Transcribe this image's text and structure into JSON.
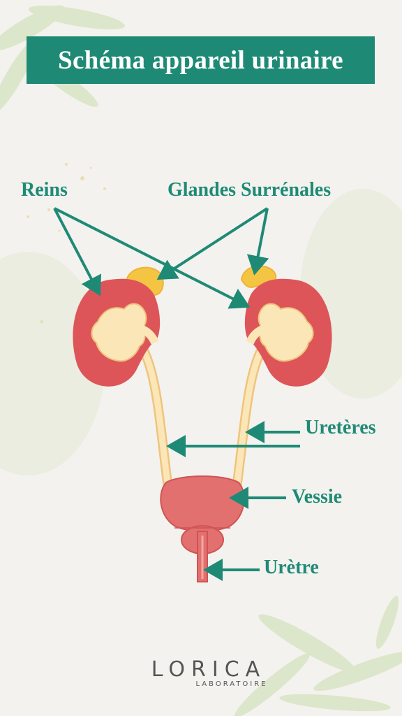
{
  "title": "Schéma appareil urinaire",
  "labels": {
    "reins": "Reins",
    "glandes": "Glandes Surrénales",
    "ureteres": "Uretères",
    "vessie": "Vessie",
    "uretre": "Urètre"
  },
  "logo": {
    "name": "LORICA",
    "subtitle": "LABORATOIRE"
  },
  "colors": {
    "accent": "#1e8a76",
    "kidney": "#dd5558",
    "gland": "#f4c542",
    "tube": "#fbe6b8",
    "bladder": "#e2706f"
  }
}
